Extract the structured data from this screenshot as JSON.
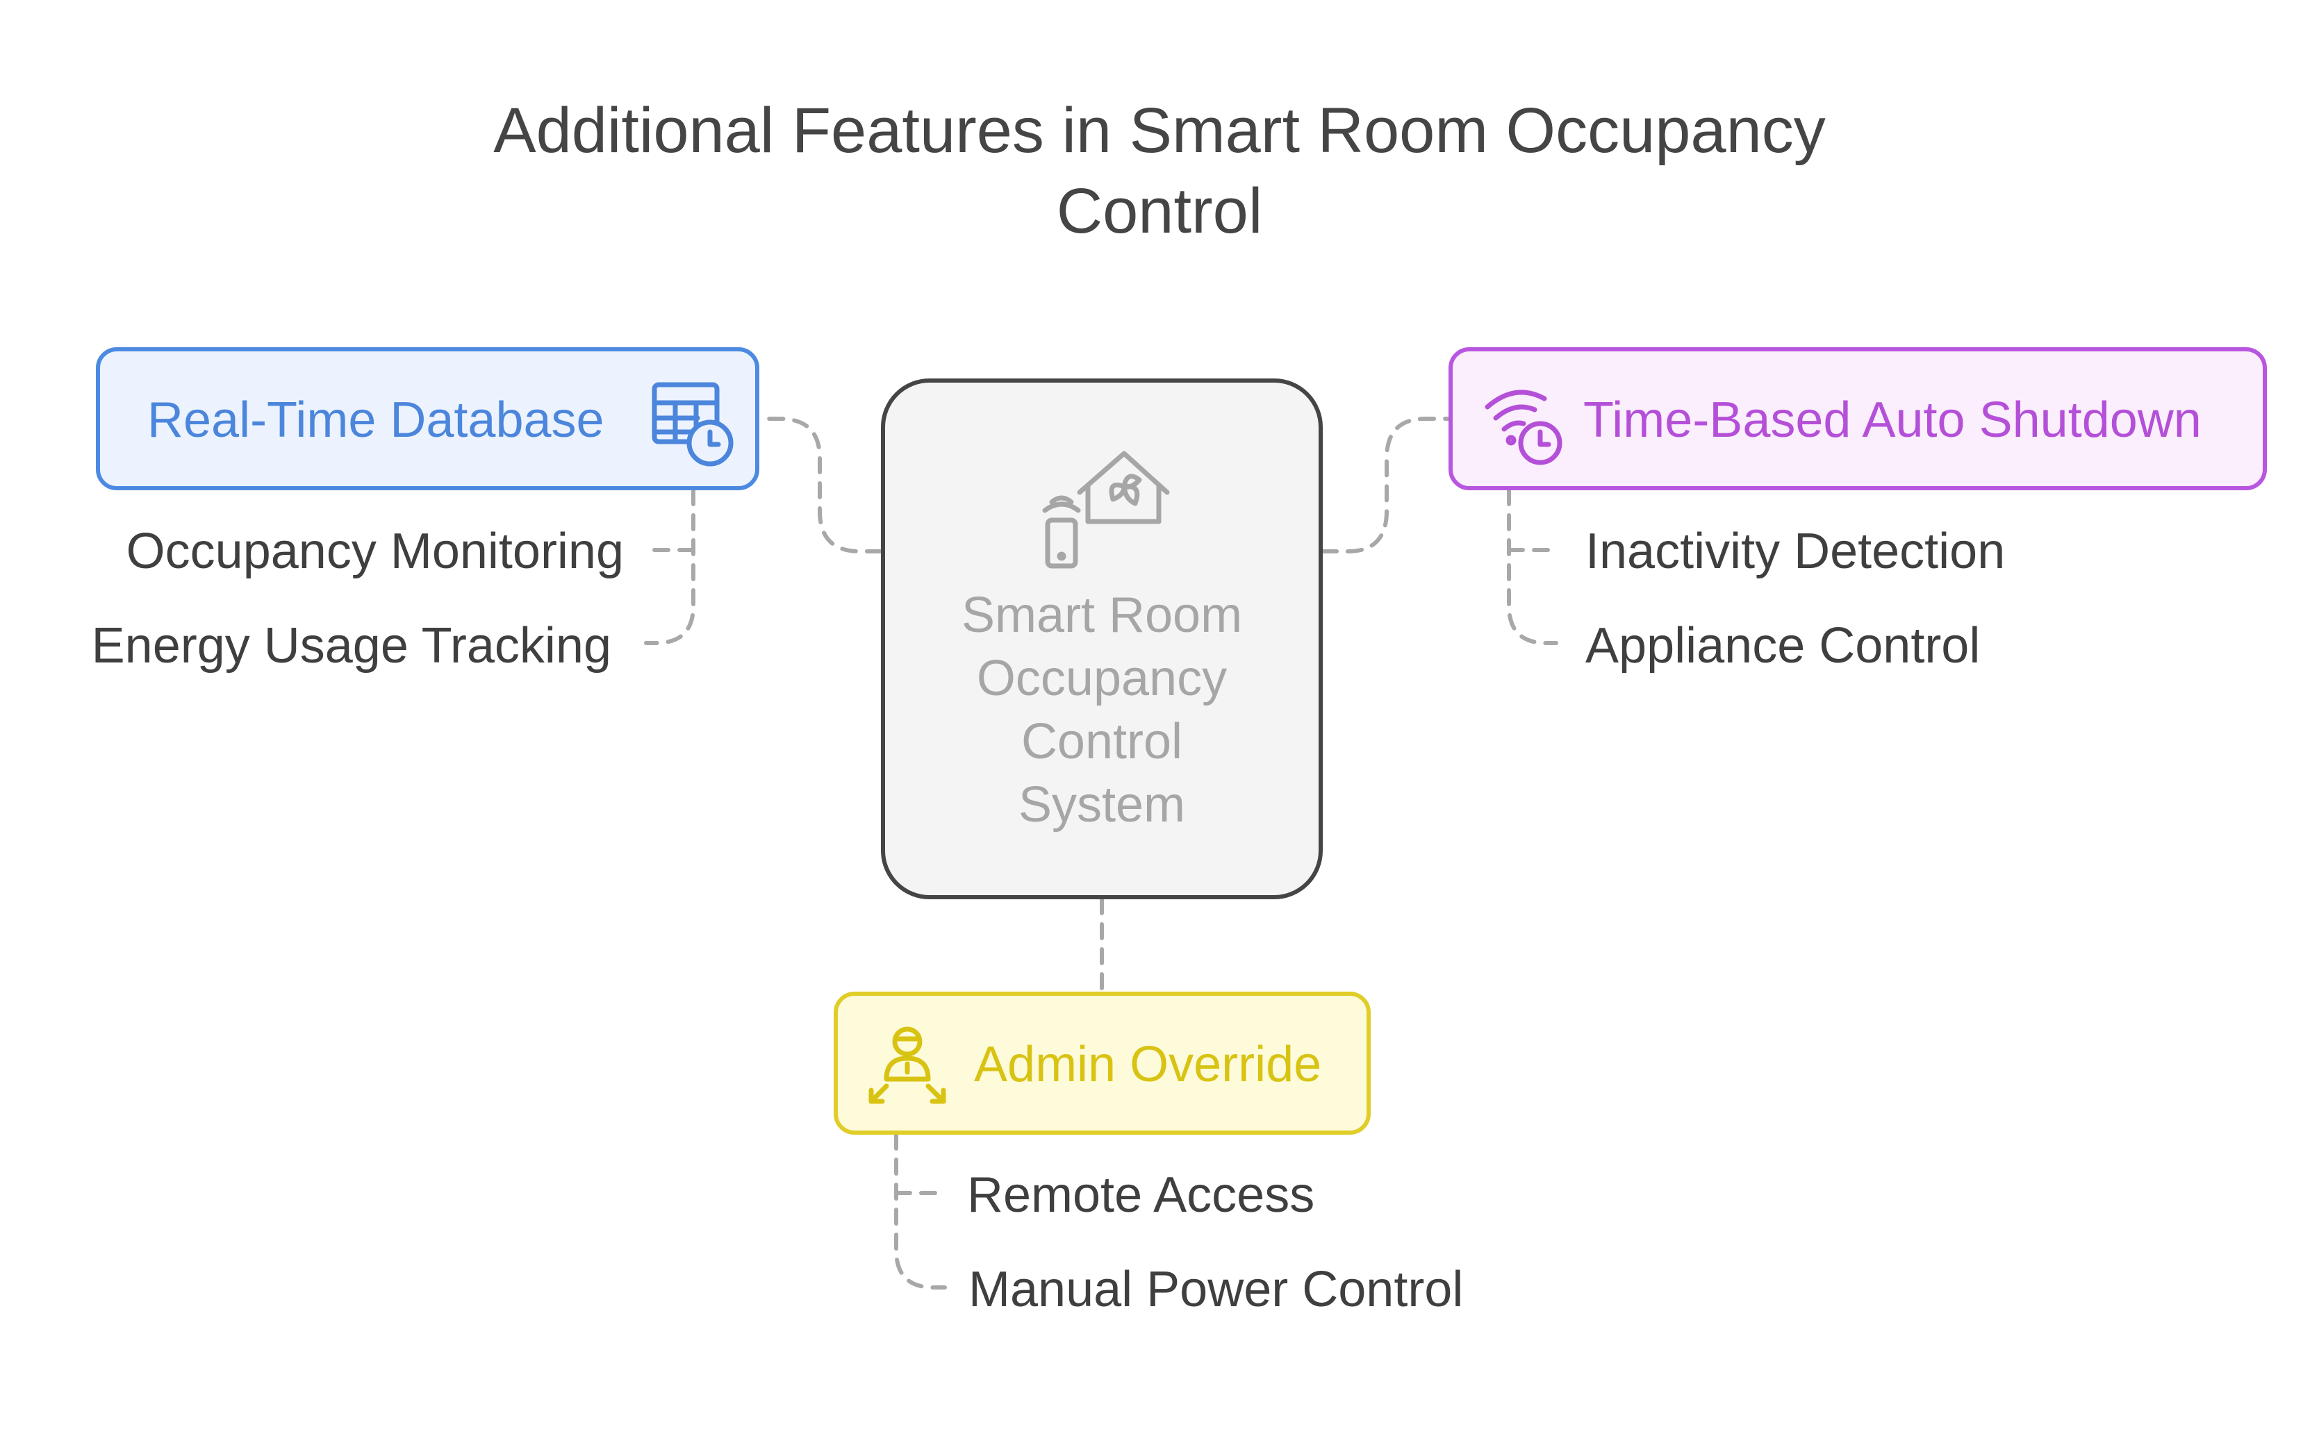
{
  "title": {
    "line1": "Additional Features in Smart Room Occupancy",
    "line2": "Control"
  },
  "center": {
    "lines": [
      "Smart Room",
      "Occupancy",
      "Control",
      "System"
    ],
    "icon": "smart-home-icon"
  },
  "features": {
    "database": {
      "label": "Real-Time Database",
      "icon": "database-clock-icon",
      "color": "#4c8ae2",
      "items": [
        "Occupancy Monitoring",
        "Energy Usage Tracking"
      ]
    },
    "shutdown": {
      "label": "Time-Based Auto Shutdown",
      "icon": "wifi-clock-icon",
      "color": "#b856e0",
      "items": [
        "Inactivity Detection",
        "Appliance Control"
      ]
    },
    "admin": {
      "label": "Admin Override",
      "icon": "admin-user-icon",
      "color": "#e0cd28",
      "items": [
        "Remote Access",
        "Manual Power Control"
      ]
    }
  }
}
